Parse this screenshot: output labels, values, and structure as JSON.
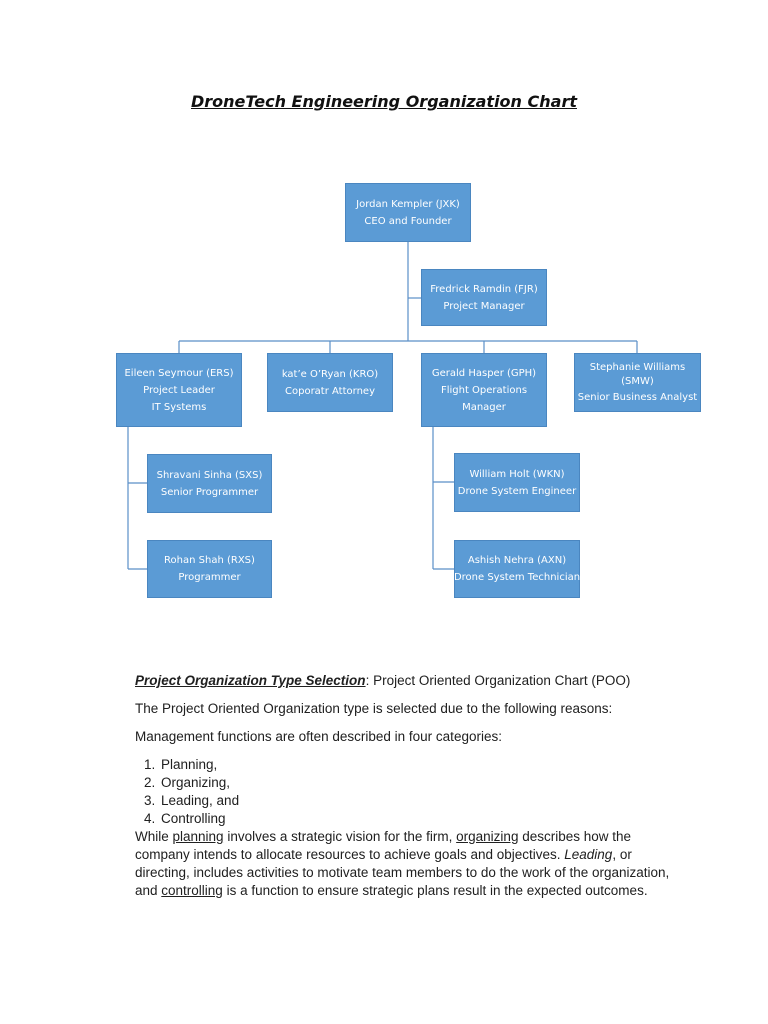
{
  "title": "DroneTech Engineering Organization Chart",
  "ceo": {
    "name": "Jordan Kempler (JXK)",
    "role": "CEO and Founder"
  },
  "pm": {
    "name": "Fredrick Ramdin (FJR)",
    "role": "Project Manager"
  },
  "eileen": {
    "name": "Eileen Seymour (ERS)",
    "role": "Project Leader",
    "dept": "IT Systems"
  },
  "katie": {
    "name": "kat’e O’Ryan (KRO)",
    "role": "Coporatr Attorney"
  },
  "gerald": {
    "name": "Gerald Hasper (GPH)",
    "role1": "Flight Operations",
    "role2": "Manager"
  },
  "stephanie": {
    "name1": "Stephanie Williams",
    "name2": "(SMW)",
    "role": "Senior Business Analyst"
  },
  "shravani": {
    "name": "Shravani Sinha (SXS)",
    "role": "Senior Programmer"
  },
  "rohan": {
    "name": "Rohan Shah (RXS)",
    "role": "Programmer"
  },
  "william": {
    "name": "William Holt (WKN)",
    "role": "Drone System Engineer"
  },
  "ashish": {
    "name": "Ashish Nehra (AXN)",
    "role": "Drone System Technician"
  },
  "selection": {
    "label": "Project Organization Type Selection",
    "sep": ":",
    "value": " Project Oriented Organization Chart (POO)"
  },
  "reason_intro": "The Project Oriented Organization type is selected due to the following reasons:",
  "functions_intro": "Management functions are often described in four categories:",
  "functions": [
    "Planning,",
    "Organizing,",
    "Leading, and",
    "Controlling"
  ],
  "paragraph": {
    "s1": "While ",
    "w1": "planning",
    "s2": " involves a strategic vision for the firm, ",
    "w2": "organizing",
    "s3": " describes how the company intends to allocate resources to achieve goals and objectives. ",
    "w3": "Leading",
    "s4": ", or directing, includes activities to motivate team members to do the work of the organization, and ",
    "w4": "controlling",
    "s5": " is a function to ensure strategic plans result in the expected outcomes."
  }
}
